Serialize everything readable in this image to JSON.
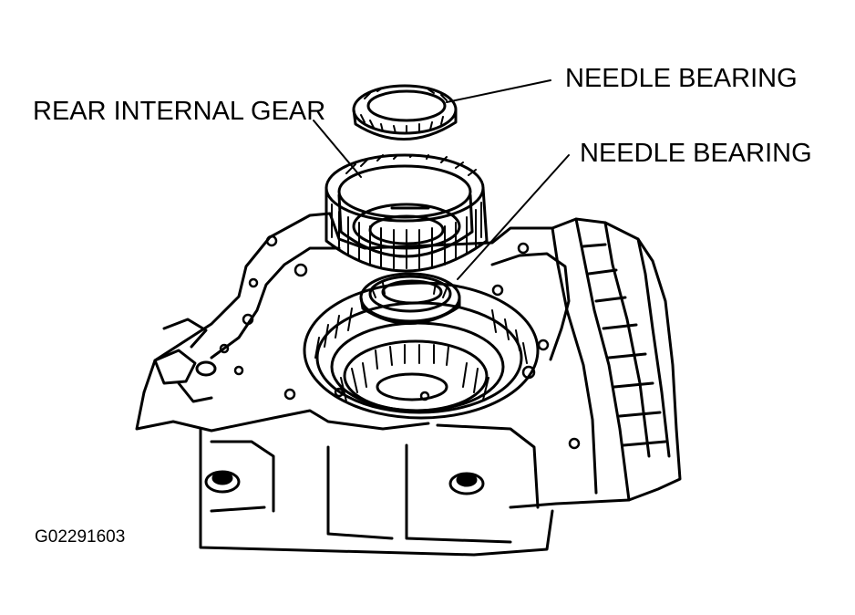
{
  "callouts": {
    "rear_internal_gear": "REAR INTERNAL GEAR",
    "needle_bearing_upper": "NEEDLE BEARING",
    "needle_bearing_lower": "NEEDLE BEARING"
  },
  "figure_id": "G02291603",
  "colors": {
    "ink": "#000000",
    "paper": "#ffffff"
  }
}
